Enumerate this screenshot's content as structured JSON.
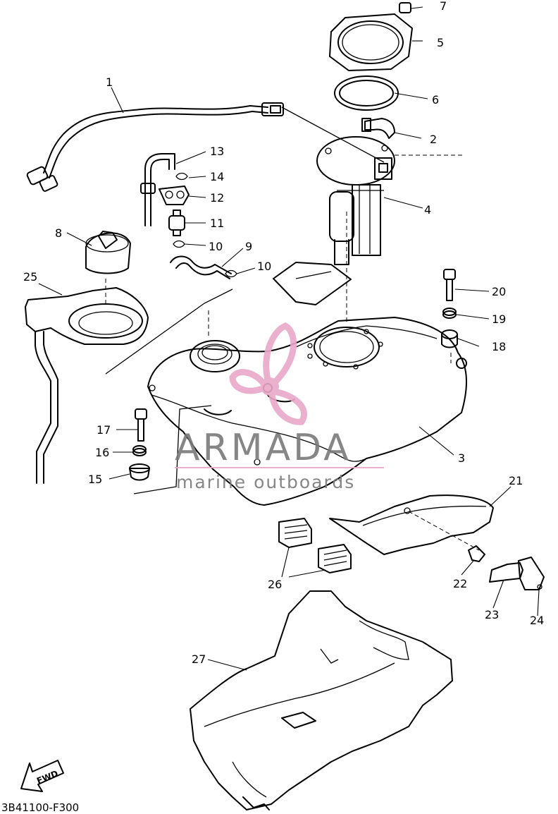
{
  "diagram_code": "3B41100-F300",
  "fwd_label": "FWD",
  "watermark": {
    "brand": "ARMADA",
    "tagline": "marine outboards"
  },
  "callouts": [
    "1",
    "2",
    "3",
    "4",
    "5",
    "6",
    "7",
    "8",
    "9",
    "10",
    "10",
    "11",
    "12",
    "13",
    "14",
    "15",
    "16",
    "17",
    "18",
    "19",
    "20",
    "21",
    "22",
    "23",
    "24",
    "25",
    "26",
    "27"
  ]
}
